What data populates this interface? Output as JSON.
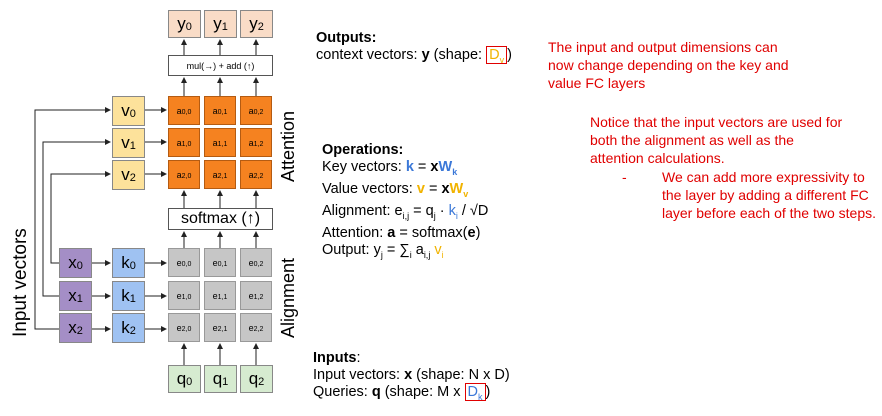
{
  "diagram": {
    "outputs": [
      "y",
      "y",
      "y"
    ],
    "output_subs": [
      "0",
      "1",
      "2"
    ],
    "combine_label": "mul(→) + add (↑)",
    "values": [
      "v",
      "v",
      "v"
    ],
    "keys": [
      "k",
      "k",
      "k"
    ],
    "inputs": [
      "x",
      "x",
      "x"
    ],
    "queries": [
      "q",
      "q",
      "q"
    ],
    "subs": [
      "0",
      "1",
      "2"
    ],
    "attention_cells": [
      [
        "0,0",
        "0,1",
        "0,2"
      ],
      [
        "1,0",
        "1,1",
        "1,2"
      ],
      [
        "2,0",
        "2,1",
        "2,2"
      ]
    ],
    "softmax_label": "softmax (↑)",
    "attention_label": "Attention",
    "alignment_label": "Alignment",
    "input_vectors_label": "Input vectors"
  },
  "outputs": {
    "heading": "Outputs:",
    "line_prefix": "context vectors: ",
    "bold": "y",
    "shape_prefix": " (shape: ",
    "dim": "D",
    "dim_sub": "v",
    "close": ")"
  },
  "operations": {
    "heading": "Operations:",
    "key": "Key vectors: ",
    "key_k": "k",
    "key_eq": " = ",
    "key_x": "x",
    "key_W": "W",
    "key_sub": "k",
    "val": "Value vectors: ",
    "val_v": "v",
    "val_eq": " = ",
    "val_x": "x",
    "val_W": "W",
    "val_sub": "v",
    "align": "Alignment: e",
    "align_sub": "i,j",
    "align_eq": " = q",
    "align_qsub": "j",
    "align_dot": " · ",
    "align_k": "k",
    "align_ksub": "i",
    "align_rest": " / √D",
    "att": "Attention: ",
    "att_a": "a",
    "att_eq": " = softmax(",
    "att_e": "e",
    "att_close": ")",
    "out": "Output: y",
    "out_sub": "j",
    "out_eq": " = ∑",
    "out_isub": "i",
    "out_a": " a",
    "out_asub": "i,j",
    "out_v": " v",
    "out_vsub": "i"
  },
  "inputs": {
    "heading": "Inputs",
    "colon": ":",
    "line1_prefix": "Input vectors: ",
    "line1_bold": "x",
    "line1_rest": " (shape: N x D)",
    "line2_prefix": "Queries: ",
    "line2_bold": "q",
    "line2_rest": " (shape: M x ",
    "dim": "D",
    "dim_sub": "k",
    "close": ")"
  },
  "notes": {
    "note1": [
      "The input and output dimensions can",
      "now change depending on the key and",
      "value FC layers"
    ],
    "note2": [
      "Notice that the input vectors are used for",
      "both the alignment as well as the",
      "attention calculations."
    ],
    "bullet": "-",
    "note3": [
      "We can add more expressivity to",
      "the layer by adding a different FC",
      "layer before each of the two steps."
    ]
  }
}
